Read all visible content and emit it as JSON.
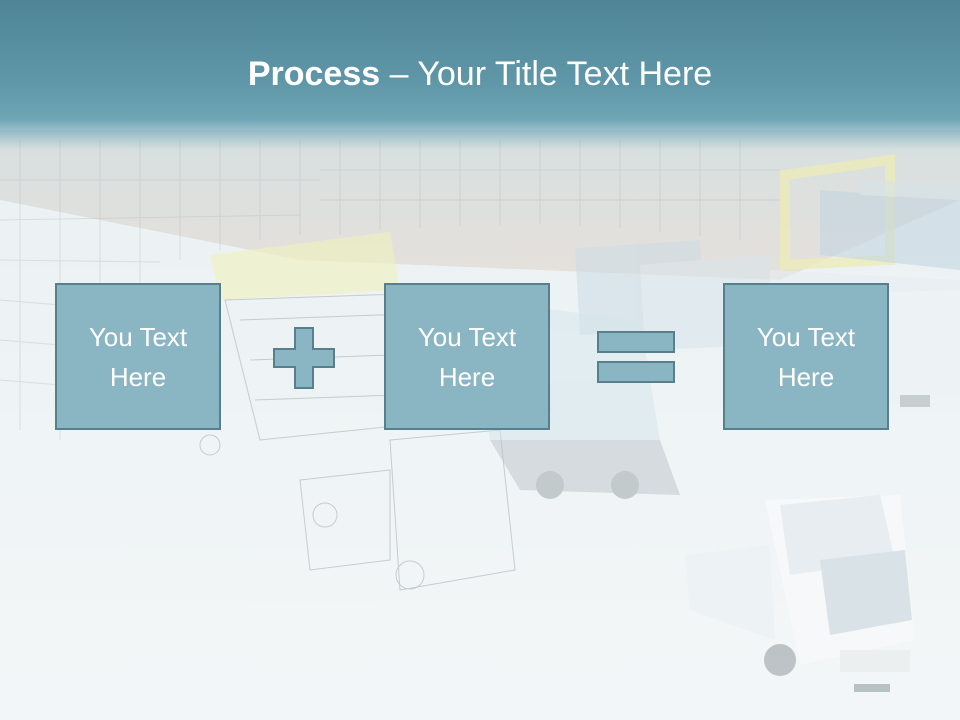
{
  "slide": {
    "title_bold": "Process",
    "title_rest": " – Your Title Text Here",
    "boxes": [
      {
        "line1": "You Text",
        "line2": "Here"
      },
      {
        "line1": "You Text",
        "line2": "Here"
      },
      {
        "line1": "You Text",
        "line2": "Here"
      }
    ],
    "operators": [
      "plus-icon",
      "equals-icon"
    ]
  },
  "colors": {
    "header": "#5f97a8",
    "box_fill": "#8ab6c4",
    "box_border": "#5a7f8c",
    "text": "#ffffff"
  }
}
